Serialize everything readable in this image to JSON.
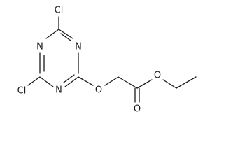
{
  "molecule": {
    "atoms": {
      "cl_top": "Cl",
      "cl_bottom": "Cl",
      "n_left": "N",
      "n_right": "N",
      "n_bottom": "N",
      "o_ether": "O",
      "o_carbonyl": "O",
      "o_ester": "O"
    }
  }
}
